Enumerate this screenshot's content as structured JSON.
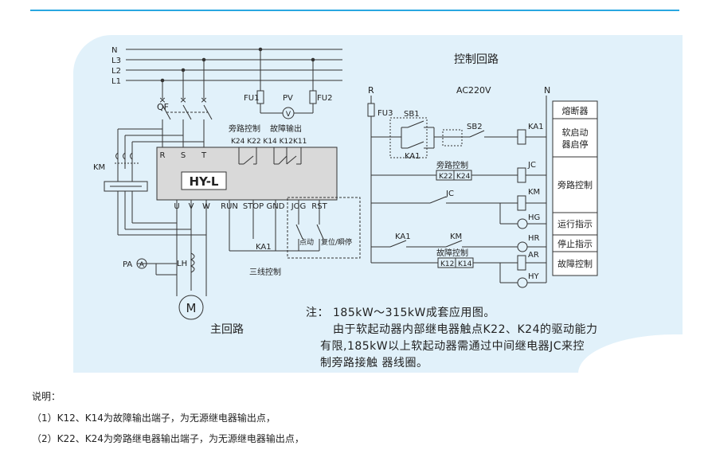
{
  "title_control": "控制回路",
  "title_main": "主回路",
  "supply": {
    "l": [
      "N",
      "L3",
      "L2",
      "L1"
    ],
    "r_label": "R",
    "n_label": "N",
    "ac": "AC220V"
  },
  "fuses": {
    "fu1": "FU1",
    "fu2": "FU2",
    "fu3": "FU3",
    "pv": "PV",
    "v": "V"
  },
  "breaker": {
    "qf": "QF",
    "km": "KM",
    "pa": "PA",
    "a": "A",
    "lh": "LH",
    "m": "M"
  },
  "starter": {
    "name": "HY-L",
    "in_terms": [
      "R",
      "S",
      "T"
    ],
    "out_terms": [
      "U",
      "V",
      "W"
    ],
    "ctrl_terms": [
      "RUN",
      "STOP",
      "GND",
      "JOG",
      "RST"
    ],
    "bypass_group": "旁路控制",
    "fault_group": "故障输出",
    "relay_terms": "K24 K22 K14 K12K11"
  },
  "three_wire": {
    "ka1": "KA1",
    "label": "三线控制",
    "jog": "点动",
    "reset": "复位/瞬停"
  },
  "ctrl": {
    "sb1": "SB1",
    "sb2": "SB2",
    "ka1": "KA1",
    "ka1b": "KA1",
    "bypass": "旁路控制",
    "k22": "K22",
    "k24": "K24",
    "jc": "JC",
    "jc2": "JC",
    "km": "KM",
    "hg": "HG",
    "ka1c": "KA1",
    "km2": "KM",
    "hr": "HR",
    "fault": "故障控制",
    "k12": "K12",
    "k14": "K14",
    "ar": "AR",
    "hy": "HY"
  },
  "legend": [
    "熔断器",
    "软启动器启停",
    "旁路控制",
    "运行指示",
    "停止指示",
    "故障控制"
  ],
  "legend_softstart": [
    "软启动",
    "器启停"
  ],
  "note": {
    "prefix": "注：",
    "l1": "185kW～315kW成套应用图。",
    "l2": "由于软起动器内部继电器触点K22、K24的驱动能力",
    "l3": "有限,185kW以上软起动器需通过中间继电器JC来控",
    "l4": "制旁路接触 器线圈。"
  },
  "description": {
    "heading": "说明：",
    "items": [
      "（1）K12、K14为故障输出端子，为无源继电器输出点，",
      "（2）K22、K24为旁路继电器输出端子，为无源继电器输出点，"
    ]
  }
}
